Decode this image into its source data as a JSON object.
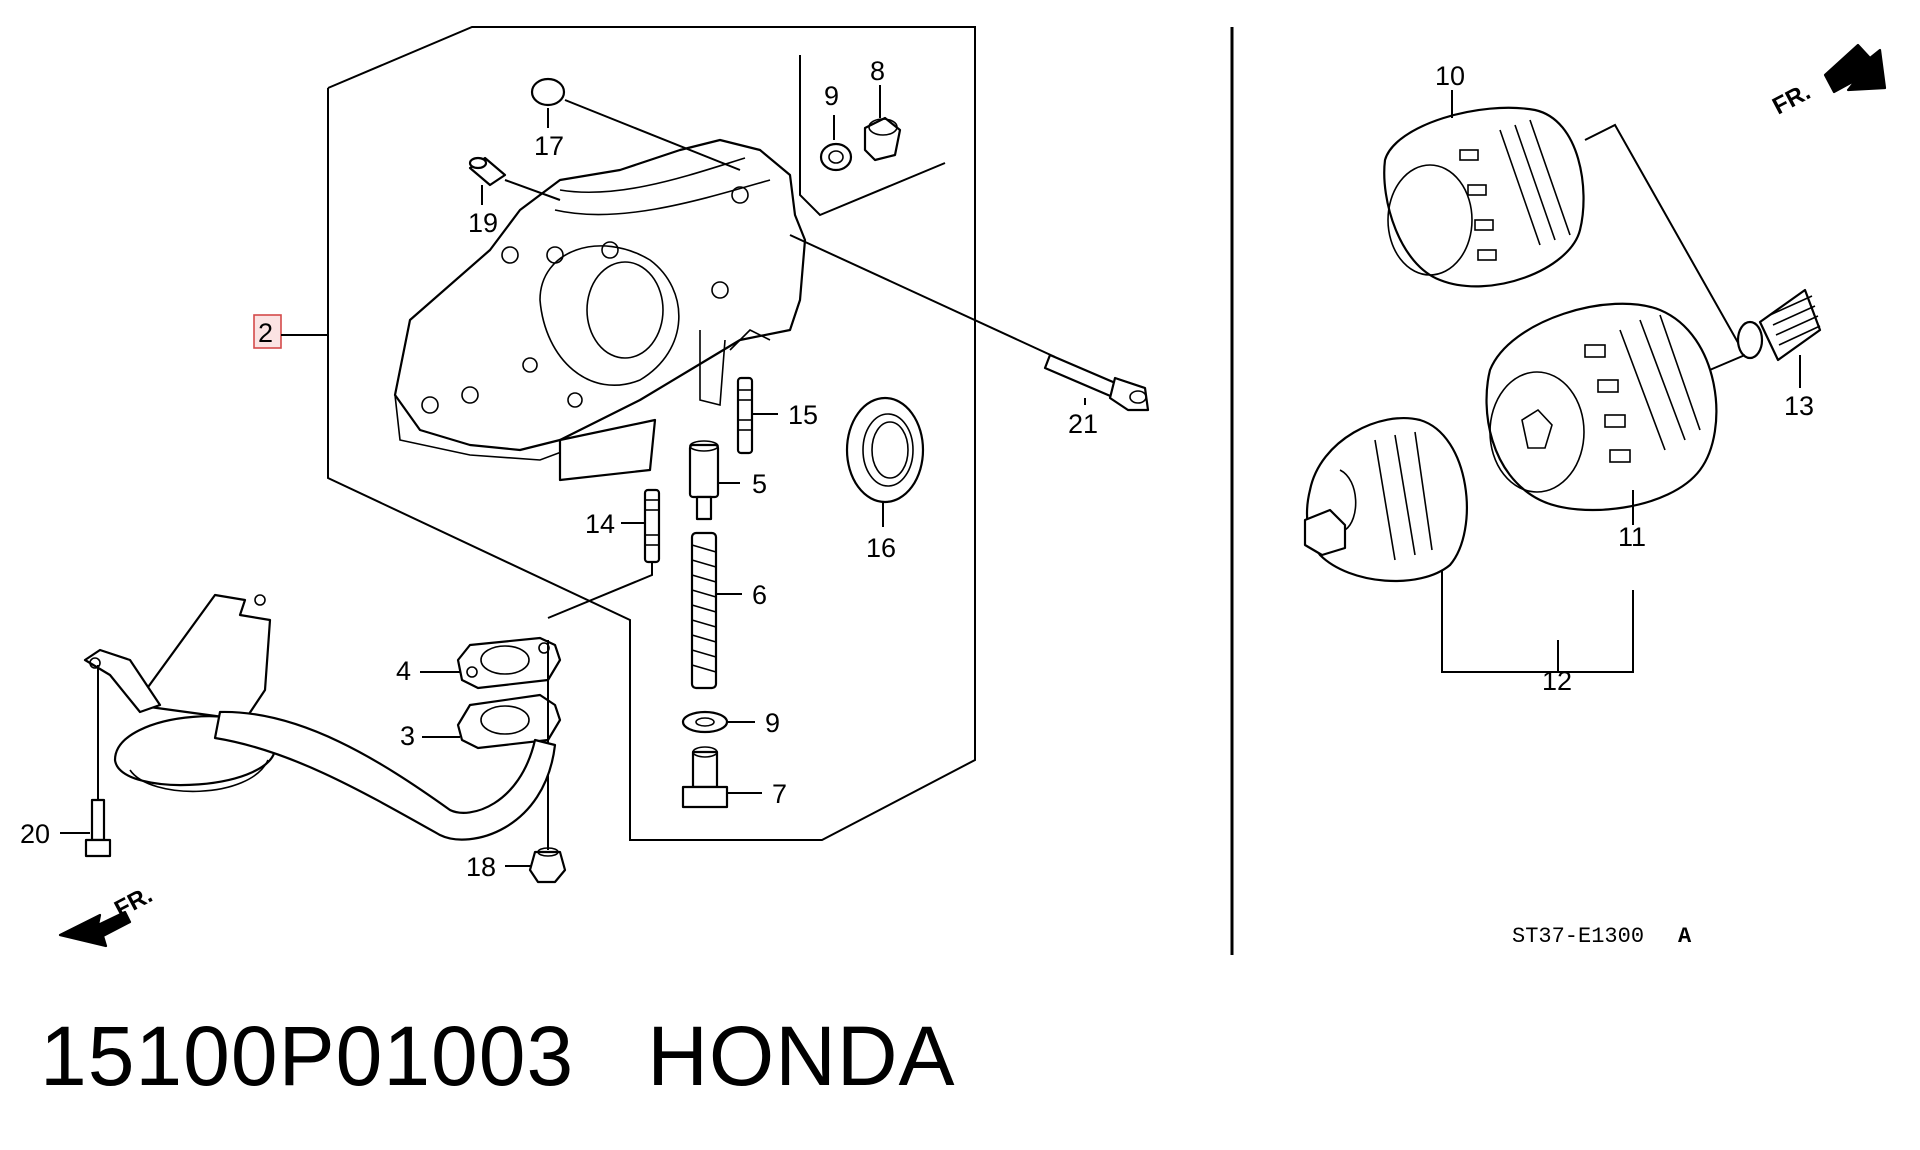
{
  "callouts": {
    "c2": "2",
    "c3": "3",
    "c4": "4",
    "c5": "5",
    "c6": "6",
    "c7": "7",
    "c8": "8",
    "c9a": "9",
    "c9b": "9",
    "c10": "10",
    "c11": "11",
    "c12": "12",
    "c13": "13",
    "c14": "14",
    "c15": "15",
    "c16": "16",
    "c17": "17",
    "c18": "18",
    "c19": "19",
    "c20": "20",
    "c21": "21"
  },
  "direction_labels": {
    "left": "FR.",
    "right": "FR."
  },
  "reference_code": "ST37-E1300",
  "reference_suffix": "A",
  "caption": {
    "part_number": "15100P01003",
    "brand": "HONDA"
  },
  "colors": {
    "highlight": "#d44a4a",
    "ink": "#000000"
  }
}
